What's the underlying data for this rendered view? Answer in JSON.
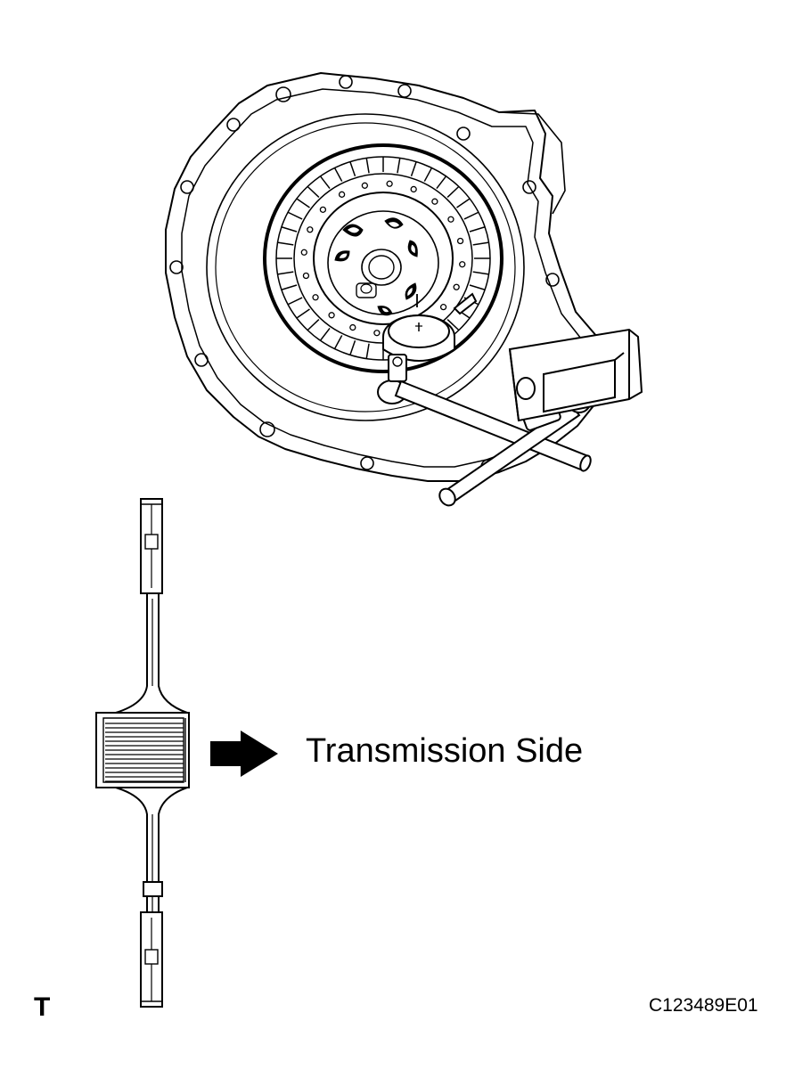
{
  "figure": {
    "side_label": "Transmission Side",
    "corner_mark": "T",
    "figure_code": "C123489E01"
  },
  "parts": {
    "housing": "transmission-housing",
    "disc": "clutch-disc",
    "hub": "splined-hub",
    "dial_indicator": "dial-indicator",
    "magnetic_base": "magnetic-base",
    "disc_cross_section": "clutch-disc-cross-section",
    "direction_arrow": "arrow-right-icon"
  },
  "colors": {
    "line": "#000000",
    "background": "#ffffff"
  }
}
